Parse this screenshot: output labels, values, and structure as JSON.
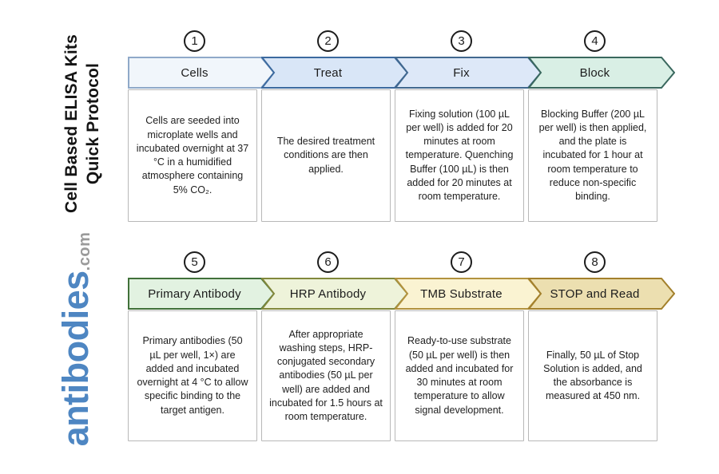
{
  "sidebar": {
    "title_line1": "Cell Based ELISA Kits",
    "title_line2": "Quick Protocol",
    "logo_text": "antibodies",
    "logo_suffix": ".com",
    "logo_color": "#4e86c2",
    "logo_suffix_color": "#9a9a9a"
  },
  "steps": [
    {
      "number": "1",
      "label": "Cells",
      "arrow_fill": "#f1f6fb",
      "arrow_border": "#8fa9c9",
      "description": "Cells are seeded into microplate wells and incubated overnight at 37 °C in a humidified atmosphere containing 5% CO₂."
    },
    {
      "number": "2",
      "label": "Treat",
      "arrow_fill": "#d9e6f7",
      "arrow_border": "#3c6a9f",
      "description": "The desired treatment conditions are then applied."
    },
    {
      "number": "3",
      "label": "Fix",
      "arrow_fill": "#dde8f8",
      "arrow_border": "#41688f",
      "description": "Fixing solution (100 µL per well) is added for 20 minutes at room temperature. Quenching Buffer (100 µL) is then added for 20 minutes at room temperature."
    },
    {
      "number": "4",
      "label": "Block",
      "arrow_fill": "#d9efe5",
      "arrow_border": "#3a685e",
      "description": "Blocking Buffer (200 µL per well) is then applied, and the plate is incubated for 1 hour at room temperature to reduce non-specific binding."
    },
    {
      "number": "5",
      "label": "Primary Antibody",
      "arrow_fill": "#e2f2e1",
      "arrow_border": "#41713a",
      "description": "Primary antibodies (50 µL per well, 1×) are added and incubated overnight at 4 °C to allow specific binding to the target antigen."
    },
    {
      "number": "6",
      "label": "HRP Antibody",
      "arrow_fill": "#eef3da",
      "arrow_border": "#82883c",
      "description": "After appropriate washing steps, HRP-conjugated secondary antibodies (50 µL per well) are added and incubated for 1.5 hours at room temperature."
    },
    {
      "number": "7",
      "label": "TMB Substrate",
      "arrow_fill": "#faf3d2",
      "arrow_border": "#b2923e",
      "description": "Ready-to-use substrate (50 µL per well) is then added and incubated for 30 minutes at room temperature to allow signal development."
    },
    {
      "number": "8",
      "label": "STOP and Read",
      "arrow_fill": "#ecdfb0",
      "arrow_border": "#a3802c",
      "description": "Finally, 50 µL of Stop Solution is added, and the absorbance is measured at 450 nm."
    }
  ]
}
